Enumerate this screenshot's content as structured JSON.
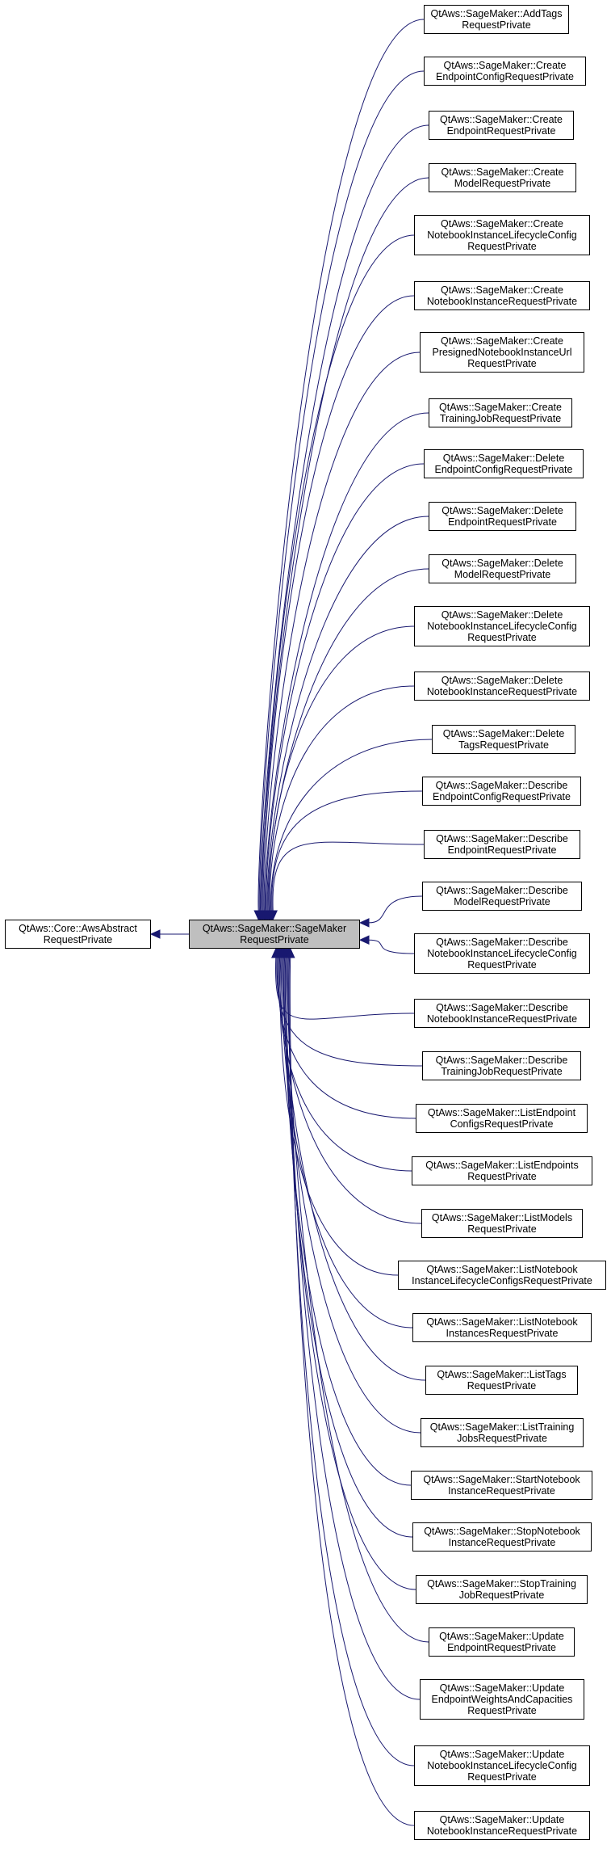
{
  "diagram": {
    "edge_color": "#191970",
    "base": {
      "lines": [
        "QtAws::Core::AwsAbstract",
        "RequestPrivate"
      ]
    },
    "current": {
      "lines": [
        "QtAws::SageMaker::SageMaker",
        "RequestPrivate"
      ],
      "fill": "#bfbfbf"
    },
    "subclasses": [
      {
        "lines": [
          "QtAws::SageMaker::AddTags",
          "RequestPrivate"
        ]
      },
      {
        "lines": [
          "QtAws::SageMaker::Create",
          "EndpointConfigRequestPrivate"
        ]
      },
      {
        "lines": [
          "QtAws::SageMaker::Create",
          "EndpointRequestPrivate"
        ]
      },
      {
        "lines": [
          "QtAws::SageMaker::Create",
          "ModelRequestPrivate"
        ]
      },
      {
        "lines": [
          "QtAws::SageMaker::Create",
          "NotebookInstanceLifecycleConfig",
          "RequestPrivate"
        ]
      },
      {
        "lines": [
          "QtAws::SageMaker::Create",
          "NotebookInstanceRequestPrivate"
        ]
      },
      {
        "lines": [
          "QtAws::SageMaker::Create",
          "PresignedNotebookInstanceUrl",
          "RequestPrivate"
        ]
      },
      {
        "lines": [
          "QtAws::SageMaker::Create",
          "TrainingJobRequestPrivate"
        ]
      },
      {
        "lines": [
          "QtAws::SageMaker::Delete",
          "EndpointConfigRequestPrivate"
        ]
      },
      {
        "lines": [
          "QtAws::SageMaker::Delete",
          "EndpointRequestPrivate"
        ]
      },
      {
        "lines": [
          "QtAws::SageMaker::Delete",
          "ModelRequestPrivate"
        ]
      },
      {
        "lines": [
          "QtAws::SageMaker::Delete",
          "NotebookInstanceLifecycleConfig",
          "RequestPrivate"
        ]
      },
      {
        "lines": [
          "QtAws::SageMaker::Delete",
          "NotebookInstanceRequestPrivate"
        ]
      },
      {
        "lines": [
          "QtAws::SageMaker::Delete",
          "TagsRequestPrivate"
        ]
      },
      {
        "lines": [
          "QtAws::SageMaker::Describe",
          "EndpointConfigRequestPrivate"
        ]
      },
      {
        "lines": [
          "QtAws::SageMaker::Describe",
          "EndpointRequestPrivate"
        ]
      },
      {
        "lines": [
          "QtAws::SageMaker::Describe",
          "ModelRequestPrivate"
        ]
      },
      {
        "lines": [
          "QtAws::SageMaker::Describe",
          "NotebookInstanceLifecycleConfig",
          "RequestPrivate"
        ]
      },
      {
        "lines": [
          "QtAws::SageMaker::Describe",
          "NotebookInstanceRequestPrivate"
        ]
      },
      {
        "lines": [
          "QtAws::SageMaker::Describe",
          "TrainingJobRequestPrivate"
        ]
      },
      {
        "lines": [
          "QtAws::SageMaker::ListEndpoint",
          "ConfigsRequestPrivate"
        ]
      },
      {
        "lines": [
          "QtAws::SageMaker::ListEndpoints",
          "RequestPrivate"
        ]
      },
      {
        "lines": [
          "QtAws::SageMaker::ListModels",
          "RequestPrivate"
        ]
      },
      {
        "lines": [
          "QtAws::SageMaker::ListNotebook",
          "InstanceLifecycleConfigsRequestPrivate"
        ]
      },
      {
        "lines": [
          "QtAws::SageMaker::ListNotebook",
          "InstancesRequestPrivate"
        ]
      },
      {
        "lines": [
          "QtAws::SageMaker::ListTags",
          "RequestPrivate"
        ]
      },
      {
        "lines": [
          "QtAws::SageMaker::ListTraining",
          "JobsRequestPrivate"
        ]
      },
      {
        "lines": [
          "QtAws::SageMaker::StartNotebook",
          "InstanceRequestPrivate"
        ]
      },
      {
        "lines": [
          "QtAws::SageMaker::StopNotebook",
          "InstanceRequestPrivate"
        ]
      },
      {
        "lines": [
          "QtAws::SageMaker::StopTraining",
          "JobRequestPrivate"
        ]
      },
      {
        "lines": [
          "QtAws::SageMaker::Update",
          "EndpointRequestPrivate"
        ]
      },
      {
        "lines": [
          "QtAws::SageMaker::Update",
          "EndpointWeightsAndCapacities",
          "RequestPrivate"
        ]
      },
      {
        "lines": [
          "QtAws::SageMaker::Update",
          "NotebookInstanceLifecycleConfig",
          "RequestPrivate"
        ]
      },
      {
        "lines": [
          "QtAws::SageMaker::Update",
          "NotebookInstanceRequestPrivate"
        ]
      }
    ]
  }
}
